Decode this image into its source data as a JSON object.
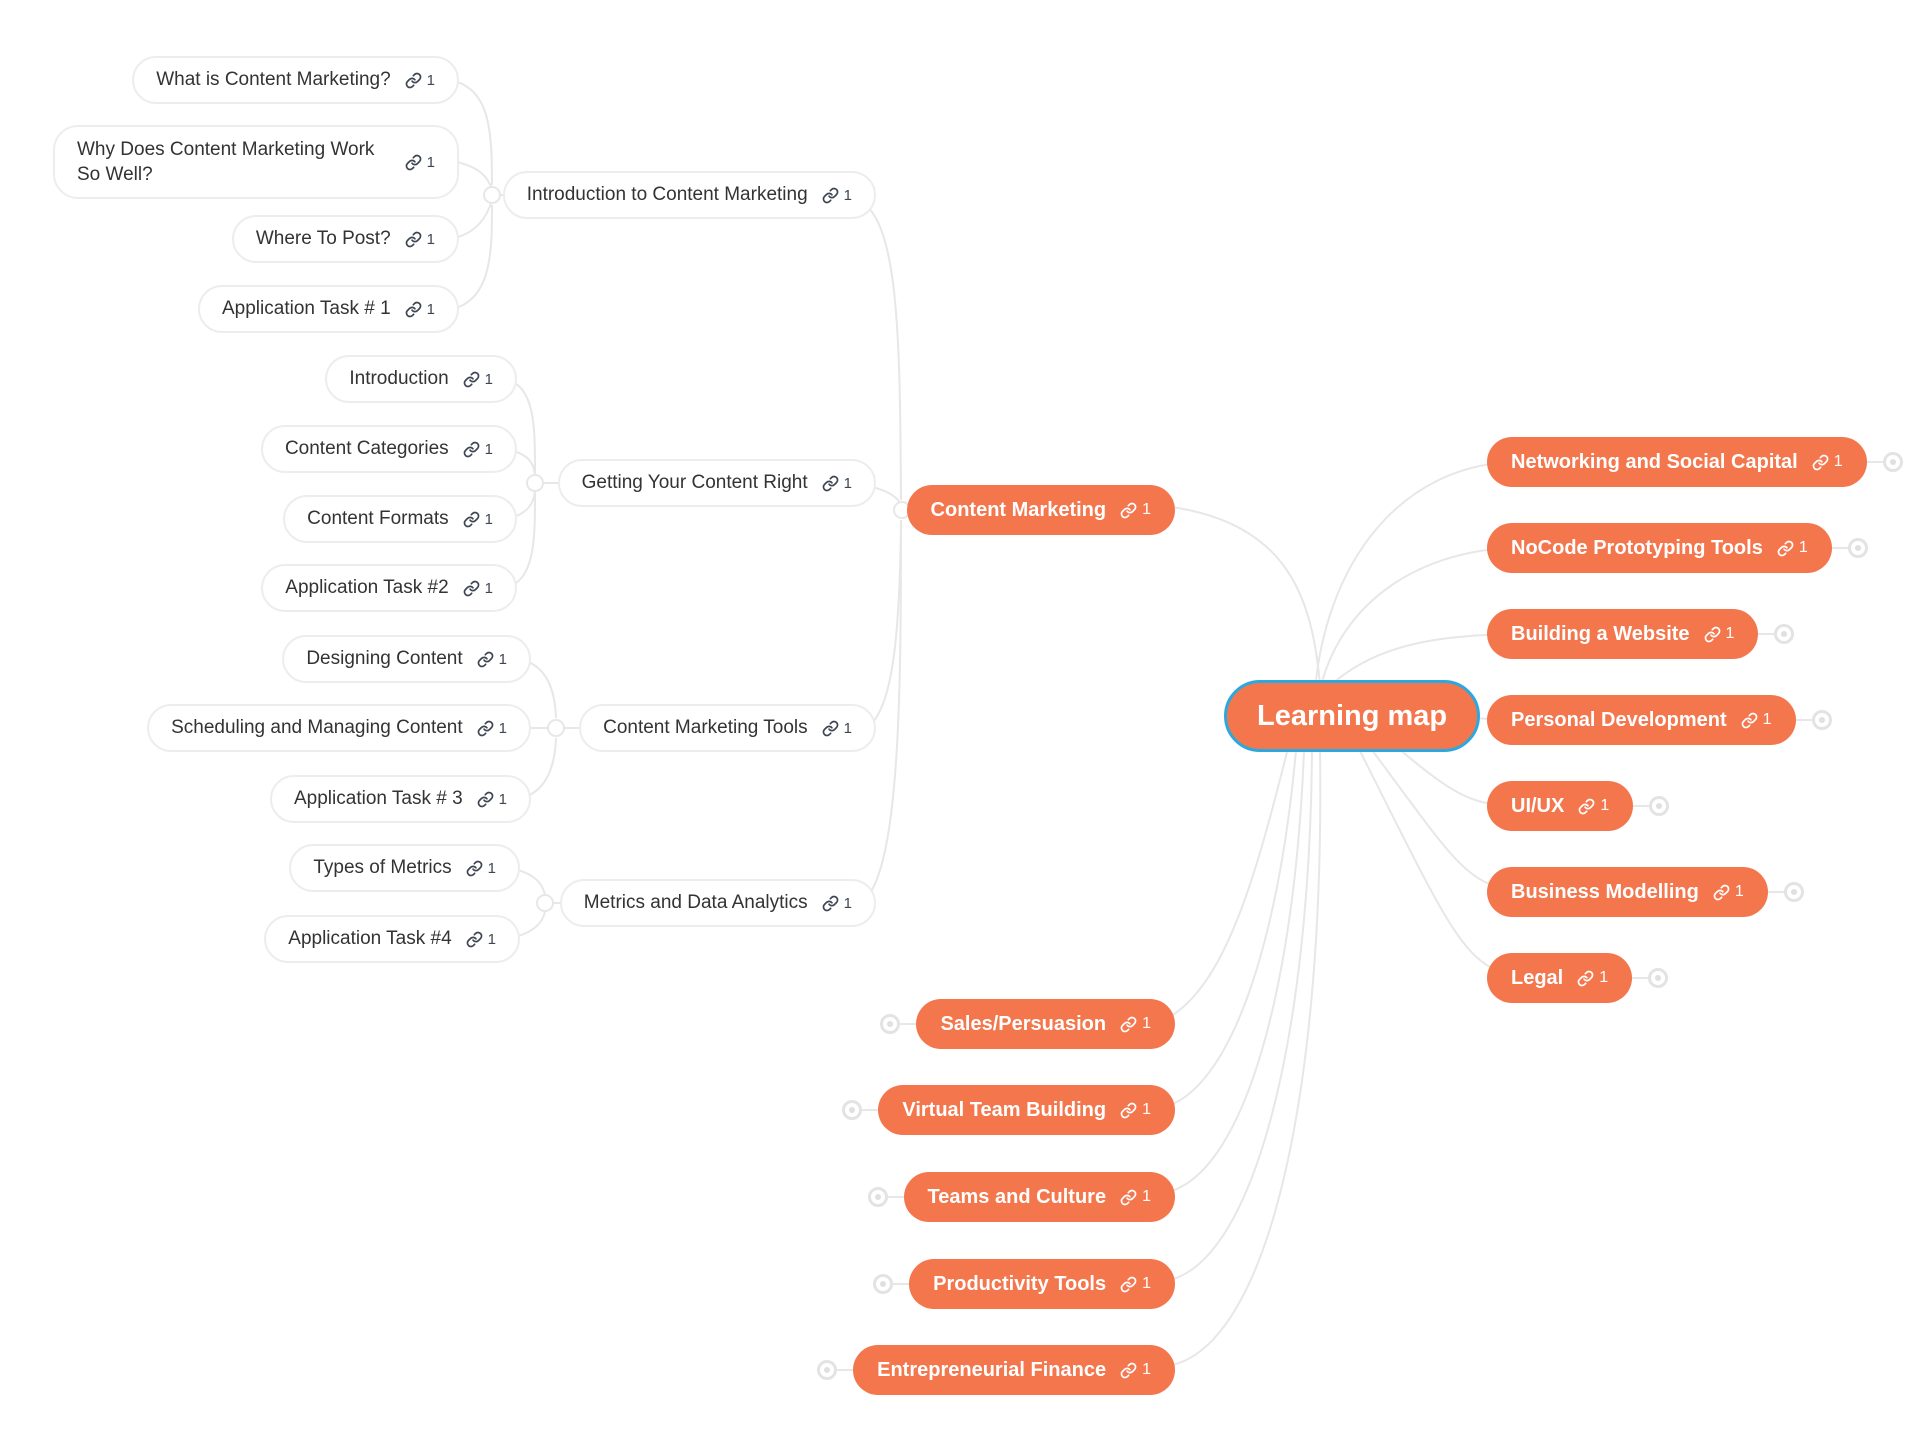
{
  "app": {
    "background": "#ffffff",
    "accent_orange": "#f4764d",
    "accent_blue": "#2ca8e0",
    "edge_color": "#e7e7e7"
  },
  "root": {
    "label": "Learning map"
  },
  "nodes": {
    "intro_cm_1": {
      "label": "What is Content Marketing?",
      "links": "1"
    },
    "intro_cm_2": {
      "label": "Why Does Content Marketing Work So Well?",
      "links": "1"
    },
    "intro_cm_3": {
      "label": "Where To Post?",
      "links": "1"
    },
    "intro_cm_4": {
      "label": "Application Task # 1",
      "links": "1"
    },
    "gycr_1": {
      "label": "Introduction",
      "links": "1"
    },
    "gycr_2": {
      "label": "Content Categories",
      "links": "1"
    },
    "gycr_3": {
      "label": "Content Formats",
      "links": "1"
    },
    "gycr_4": {
      "label": "Application Task #2",
      "links": "1"
    },
    "cmt_1": {
      "label": "Designing Content",
      "links": "1"
    },
    "cmt_2": {
      "label": "Scheduling and Managing Content",
      "links": "1"
    },
    "cmt_3": {
      "label": "Application Task # 3",
      "links": "1"
    },
    "mda_1": {
      "label": "Types of Metrics",
      "links": "1"
    },
    "mda_2": {
      "label": "Application Task #4",
      "links": "1"
    },
    "intro_cm": {
      "label": "Introduction to Content Marketing",
      "links": "1"
    },
    "gycr": {
      "label": "Getting Your Content Right",
      "links": "1"
    },
    "cmt": {
      "label": "Content Marketing Tools",
      "links": "1"
    },
    "mda": {
      "label": "Metrics and Data Analytics",
      "links": "1"
    },
    "content_marketing": {
      "label": "Content Marketing",
      "links": "1"
    },
    "networking": {
      "label": "Networking and Social Capital",
      "links": "1"
    },
    "nocode": {
      "label": "NoCode Prototyping Tools",
      "links": "1"
    },
    "building_website": {
      "label": "Building a Website",
      "links": "1"
    },
    "personal_dev": {
      "label": "Personal Development",
      "links": "1"
    },
    "uiux": {
      "label": "UI/UX",
      "links": "1"
    },
    "business_modelling": {
      "label": "Business Modelling",
      "links": "1"
    },
    "legal": {
      "label": "Legal",
      "links": "1"
    },
    "sales": {
      "label": "Sales/Persuasion",
      "links": "1"
    },
    "virtual_team": {
      "label": "Virtual Team Building",
      "links": "1"
    },
    "teams_culture": {
      "label": "Teams and Culture",
      "links": "1"
    },
    "productivity": {
      "label": "Productivity Tools",
      "links": "1"
    },
    "entre_finance": {
      "label": "Entrepreneurial Finance",
      "links": "1"
    }
  }
}
